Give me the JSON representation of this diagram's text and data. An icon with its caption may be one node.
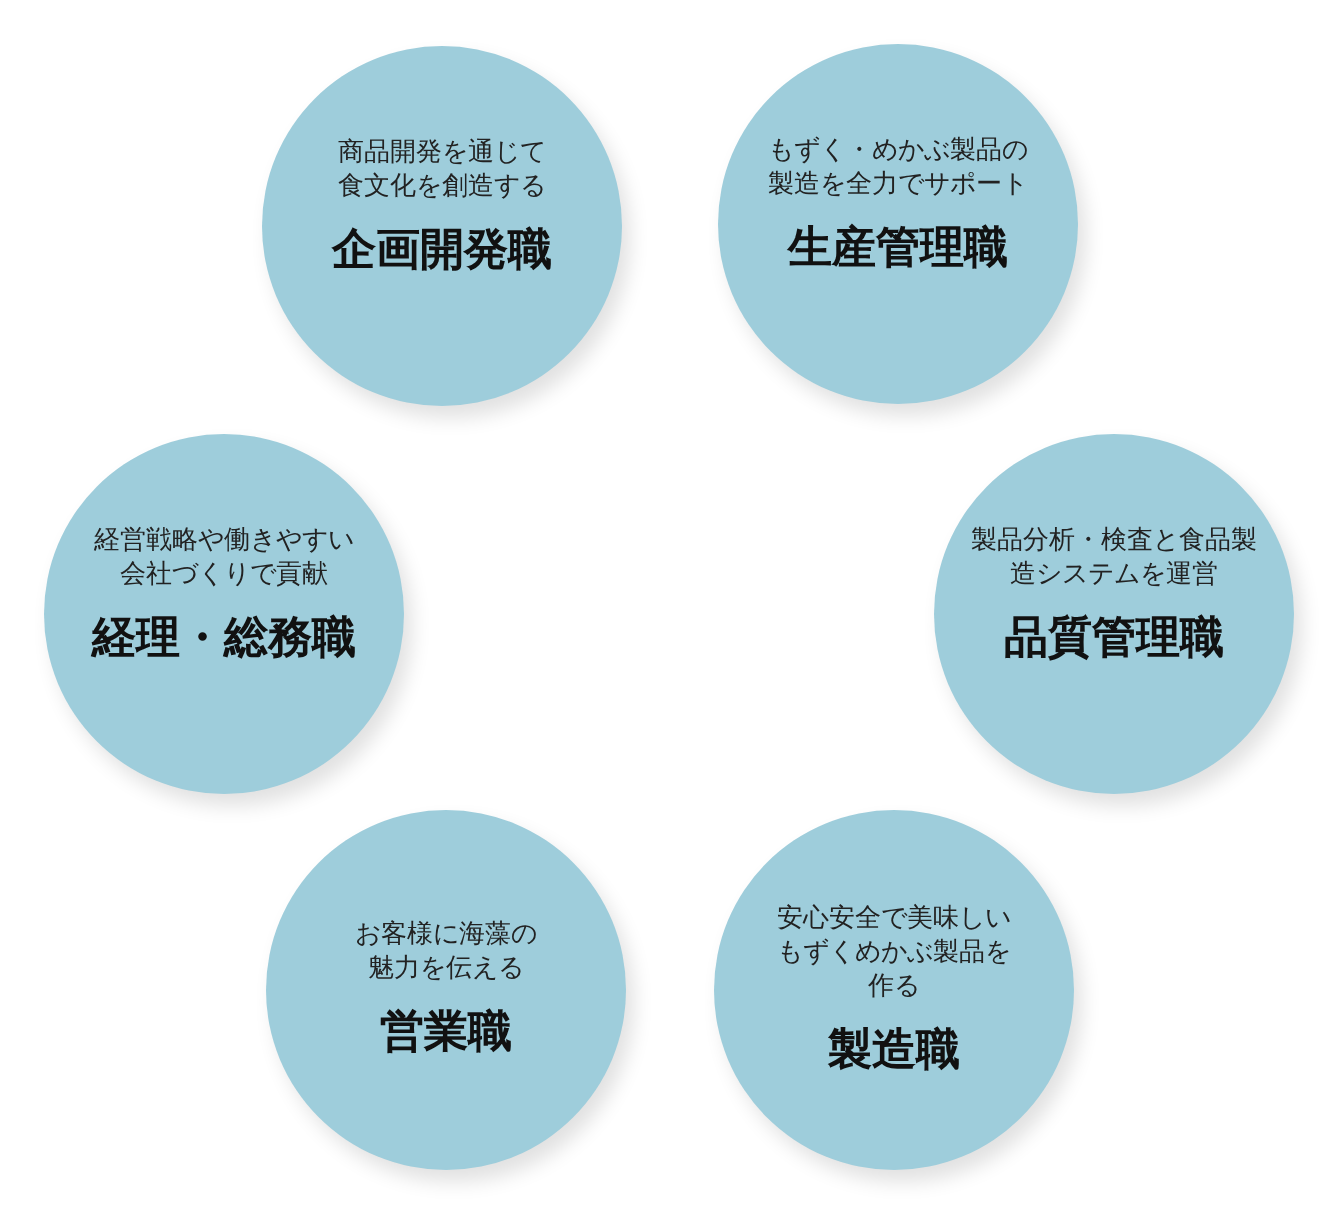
{
  "diagram": {
    "nodes": [
      {
        "text": [
          "商品開発を通じて食文化を創造する",
          "企画開発職"
        ]
      },
      {
        "text": [
          "もずく・めかぶ製品の製造を全力でサポート",
          "生産管理職"
        ]
      },
      {
        "text": [
          "経営戦略や働きやすい会社づくりで貢献",
          "経理・総務職"
        ]
      },
      {
        "text": [
          "製品分析・検査と食品製造システムを運営",
          "品質管理職"
        ]
      },
      {
        "text": [
          "お客様に海藻の魅力を伝える",
          "営業職"
        ]
      },
      {
        "text": [
          "安心安全で美味しいもずくめかぶ製品を作る",
          "製造職"
        ]
      }
    ]
  }
}
